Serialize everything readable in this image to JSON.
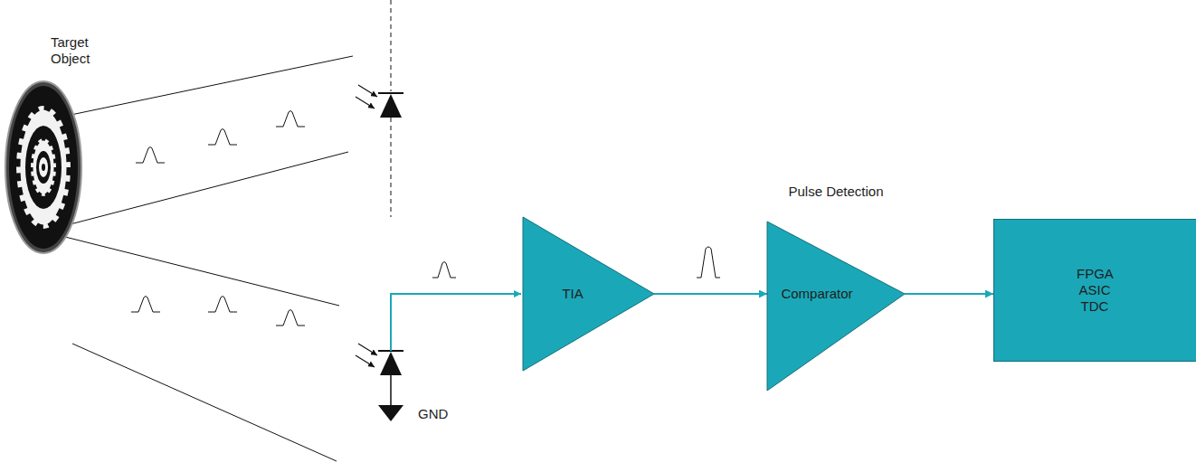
{
  "diagram": {
    "nodes": [
      {
        "text": [
          "Target Object"
        ]
      },
      {
        "text": [
          "TIA"
        ]
      },
      {
        "text": [
          "Pulse Detection",
          "Comparator"
        ]
      },
      {
        "text": [
          "FPGA ASIC TDC"
        ]
      }
    ],
    "edges": [
      {
        "from": 1,
        "to": 2,
        "arrow": "to"
      },
      {
        "from": 2,
        "to": 3,
        "arrow": "to"
      }
    ],
    "labels": [
      "GND"
    ]
  }
}
